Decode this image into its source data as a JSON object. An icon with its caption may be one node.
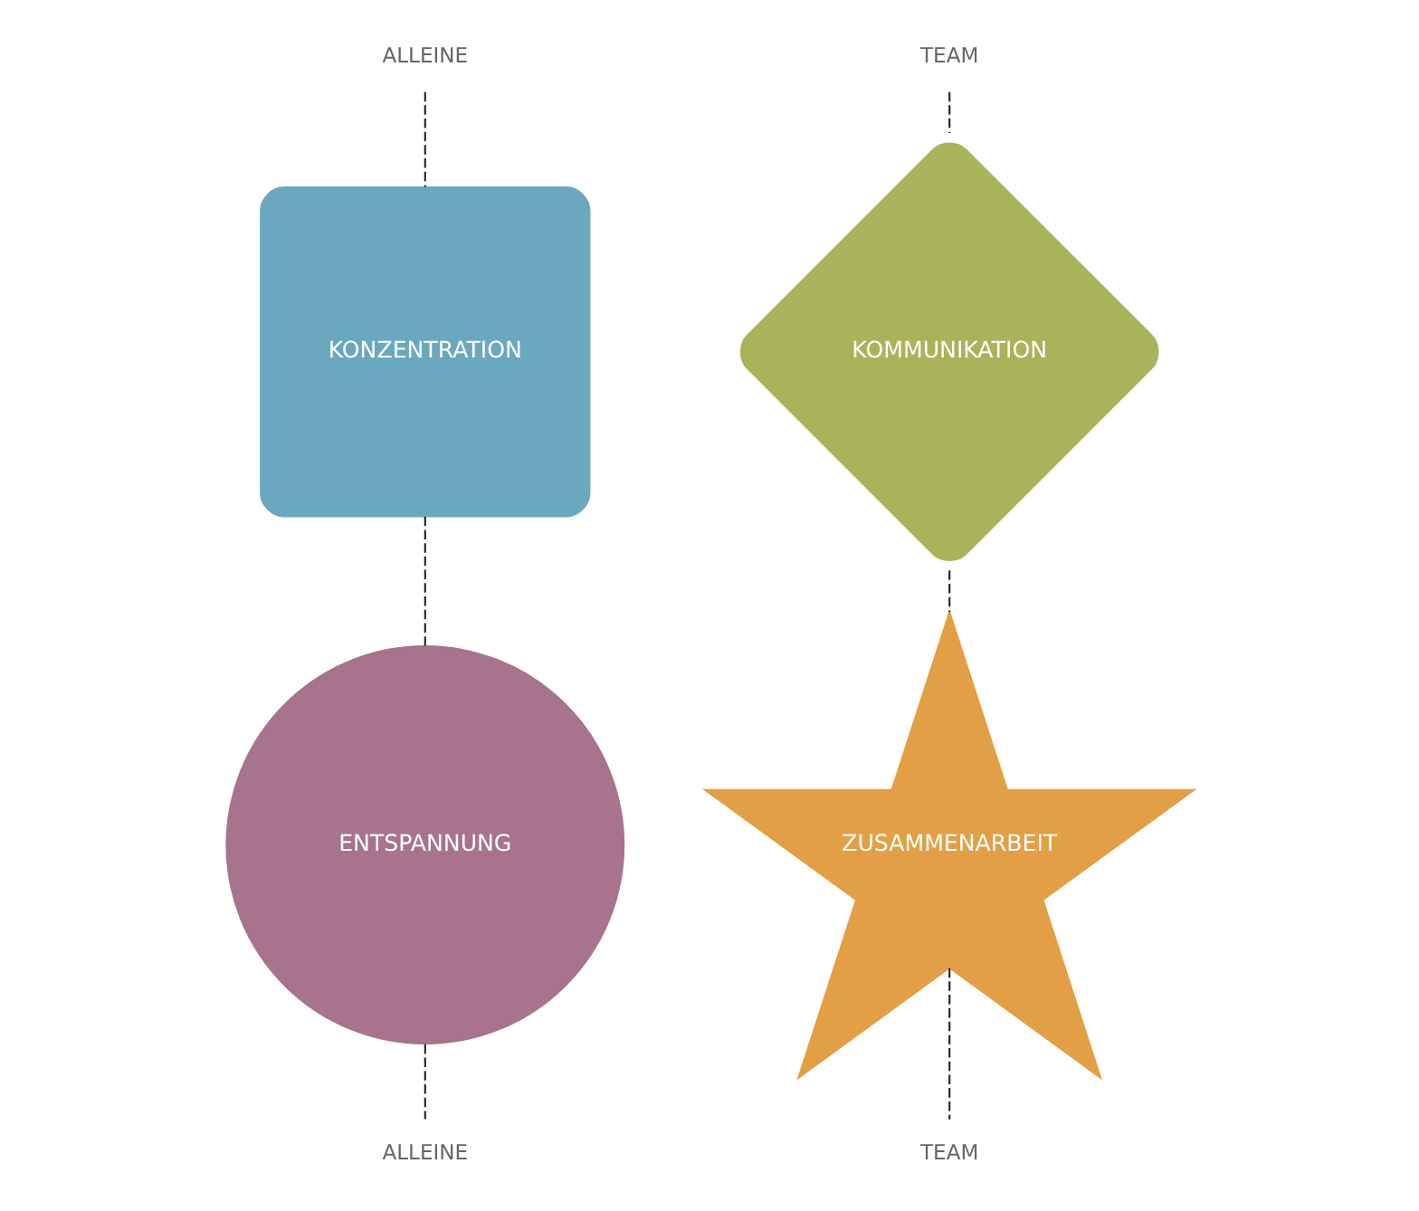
{
  "diagram": {
    "nodes": [
      {
        "text": [
          "ALLEINE"
        ]
      },
      {
        "text": [
          "TEAM"
        ]
      },
      {
        "text": [
          "KONZENTRATION"
        ]
      },
      {
        "text": [
          "KOMMUNIKATION"
        ]
      },
      {
        "text": [
          "ZUSAMMENARBEIT"
        ]
      },
      {
        "text": [
          "ENTSPANNUNG"
        ]
      },
      {
        "text": [
          "TEAM"
        ]
      },
      {
        "text": [
          "ALLEINE"
        ]
      }
    ],
    "edges": [
      {
        "from": 0,
        "to": 2,
        "arrow": "none",
        "style": "dashed"
      },
      {
        "from": 2,
        "to": 5,
        "arrow": "none",
        "style": "dashed"
      },
      {
        "from": 5,
        "to": 7,
        "arrow": "none",
        "style": "dashed"
      },
      {
        "from": 1,
        "to": 3,
        "arrow": "none",
        "style": "dashed"
      },
      {
        "from": 3,
        "to": 4,
        "arrow": "none",
        "style": "dashed"
      },
      {
        "from": 4,
        "to": 6,
        "arrow": "none",
        "style": "dashed"
      }
    ]
  }
}
